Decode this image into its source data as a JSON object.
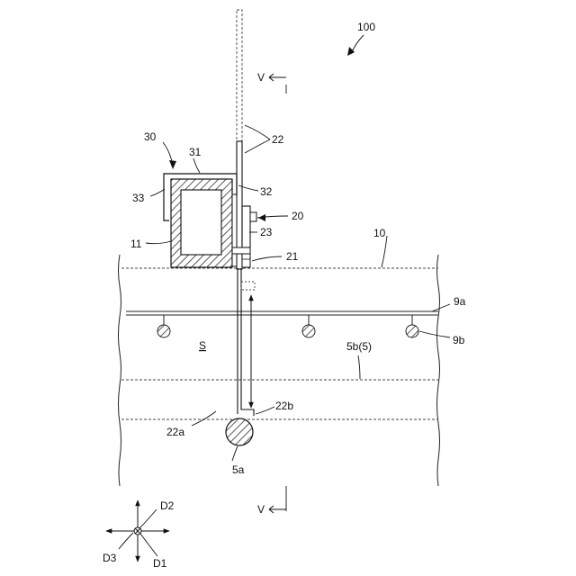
{
  "labels": {
    "assembly": "100",
    "section_top": "V",
    "section_bottom": "V",
    "guide": "22",
    "unit30": "30",
    "part31": "31",
    "part33": "33",
    "part32": "32",
    "unit20": "20",
    "part23": "23",
    "part11": "11",
    "part21": "21",
    "part10": "10",
    "rail9a": "9a",
    "roller9b": "9b",
    "space": "S",
    "shaft5b": "5b(5)",
    "end22b": "22b",
    "end22a": "22a",
    "shaft5a": "5a",
    "dir_d2": "D2",
    "dir_d3": "D3",
    "dir_d1": "D1"
  }
}
